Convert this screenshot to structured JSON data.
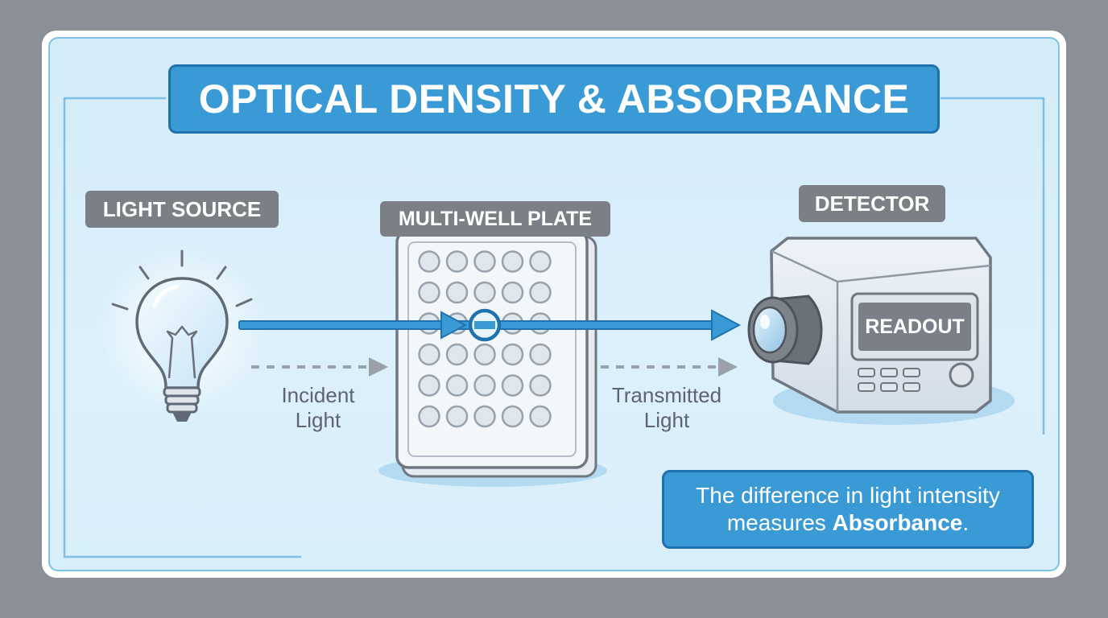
{
  "title": "OPTICAL DENSITY & ABSORBANCE",
  "labels": {
    "light_source": "LIGHT SOURCE",
    "plate": "MULTI-WELL PLATE",
    "detector": "DETECTOR"
  },
  "captions": {
    "incident_line1": "Incident",
    "incident_line2": "Light",
    "transmitted_line1": "Transmitted",
    "transmitted_line2": "Light"
  },
  "readout": "READOUT",
  "note": {
    "line1": "The difference in light intensity",
    "line2_prefix": "measures ",
    "line2_emphasis": "Absorbance",
    "line2_suffix": "."
  },
  "plate_grid": {
    "rows": 6,
    "cols": 5
  },
  "colors": {
    "accent": "#3a9ad6",
    "accent_dark": "#1f72ad",
    "tag_gray": "#7b7f86",
    "background": "#8b9096"
  }
}
